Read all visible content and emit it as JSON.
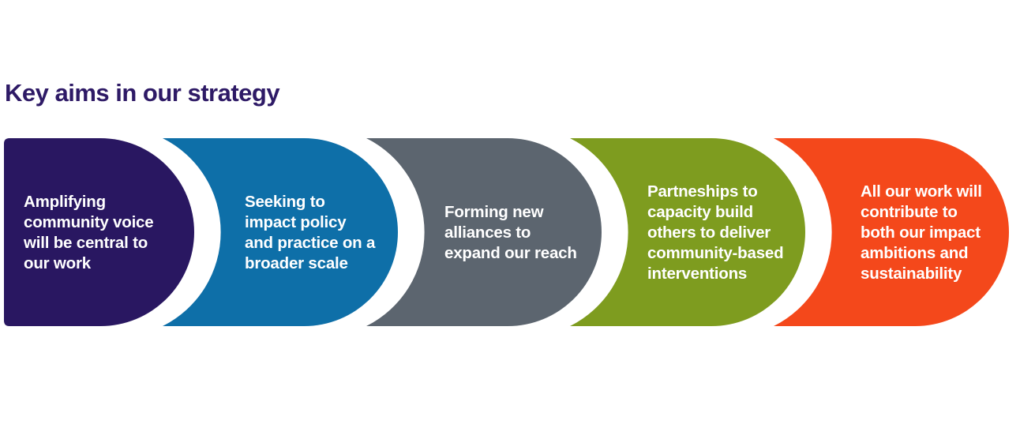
{
  "title": "Key aims in our strategy",
  "title_color": "#2e1a66",
  "background_color": "#ffffff",
  "diagram": {
    "type": "process-steps",
    "step_count": 5,
    "text_color": "#ffffff",
    "shapes": [
      {
        "id": "step-1",
        "color": "#291761",
        "color_name": "dark-indigo",
        "text": "Amplifying community voice will be central to our work",
        "lines": [
          "Amplifying",
          "community voice",
          "will be central to",
          "our work"
        ]
      },
      {
        "id": "step-2",
        "color": "#0e6fa8",
        "color_name": "blue",
        "text": "Seeking to impact policy and practice on a broader scale",
        "lines": [
          "Seeking to",
          "impact policy",
          "and practice on a",
          "broader scale"
        ]
      },
      {
        "id": "step-3",
        "color": "#5c656f",
        "color_name": "gray",
        "text": "Forming new alliances to expand our reach",
        "lines": [
          "Forming new",
          "alliances to",
          "expand our reach"
        ]
      },
      {
        "id": "step-4",
        "color": "#7e9c1f",
        "color_name": "olive-green",
        "text": "Partneships to capacity build others to deliver community-based interventions",
        "lines": [
          "Partneships to",
          "capacity build",
          "others to deliver",
          "community-based",
          "interventions"
        ]
      },
      {
        "id": "step-5",
        "color": "#f4481b",
        "color_name": "orange",
        "text": "All our work will contribute to both our impact ambitions and sustainability",
        "lines": [
          "All our work will",
          "contribute to",
          "both our impact",
          "ambitions and",
          "sustainability"
        ]
      }
    ]
  }
}
